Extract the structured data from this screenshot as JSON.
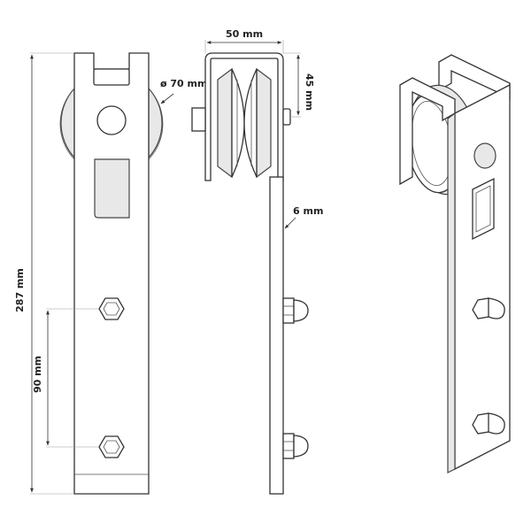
{
  "labels": {
    "wheel_diameter": "ø 70 mm",
    "frame_width": "50 mm",
    "frame_depth": "45 mm",
    "plate_thickness": "6 mm",
    "total_height": "287 mm",
    "bolt_spacing": "90 mm"
  }
}
